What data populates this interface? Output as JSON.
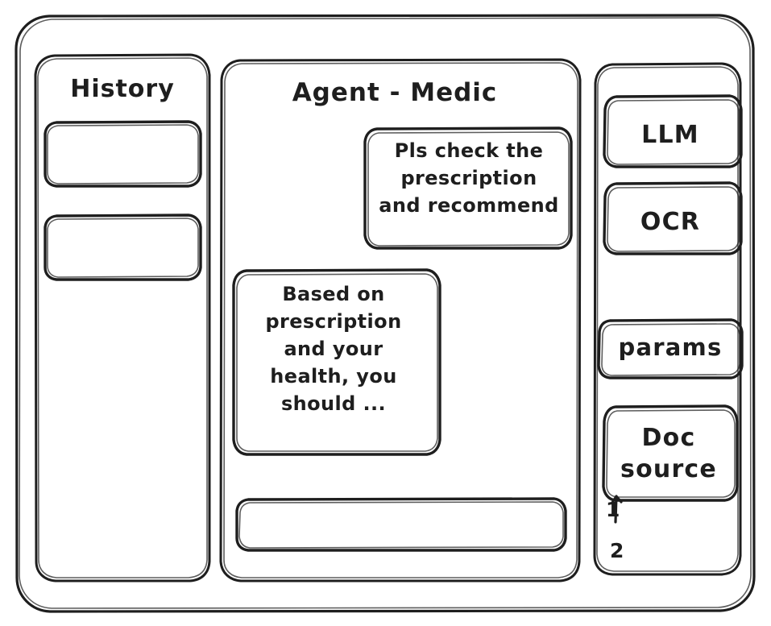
{
  "window": {
    "style": "hand-drawn wireframe",
    "stroke_color": "#1e1e1e",
    "background_color": "#ffffff"
  },
  "history_panel": {
    "title": "History",
    "items": [
      {
        "label": "",
        "name": "history-item-1"
      },
      {
        "label": "",
        "name": "history-item-2"
      }
    ]
  },
  "chat_panel": {
    "title": "Agent - Medic",
    "messages": [
      {
        "role": "user",
        "align": "right",
        "text": "Pls check the\nprescription\nand recommend"
      },
      {
        "role": "assistant",
        "align": "left",
        "text": "Based on\nprescription\nand your\nhealth, you\nshould ..."
      }
    ],
    "composer": {
      "value": "",
      "placeholder": ""
    }
  },
  "tools_panel": {
    "chips": [
      {
        "label": "LLM",
        "name": "llm"
      },
      {
        "label": "OCR",
        "name": "ocr"
      },
      {
        "label": "params",
        "name": "params"
      },
      {
        "label": "Doc\nsource",
        "name": "doc-source"
      }
    ],
    "doc_source_items": [
      "1",
      "2"
    ]
  }
}
